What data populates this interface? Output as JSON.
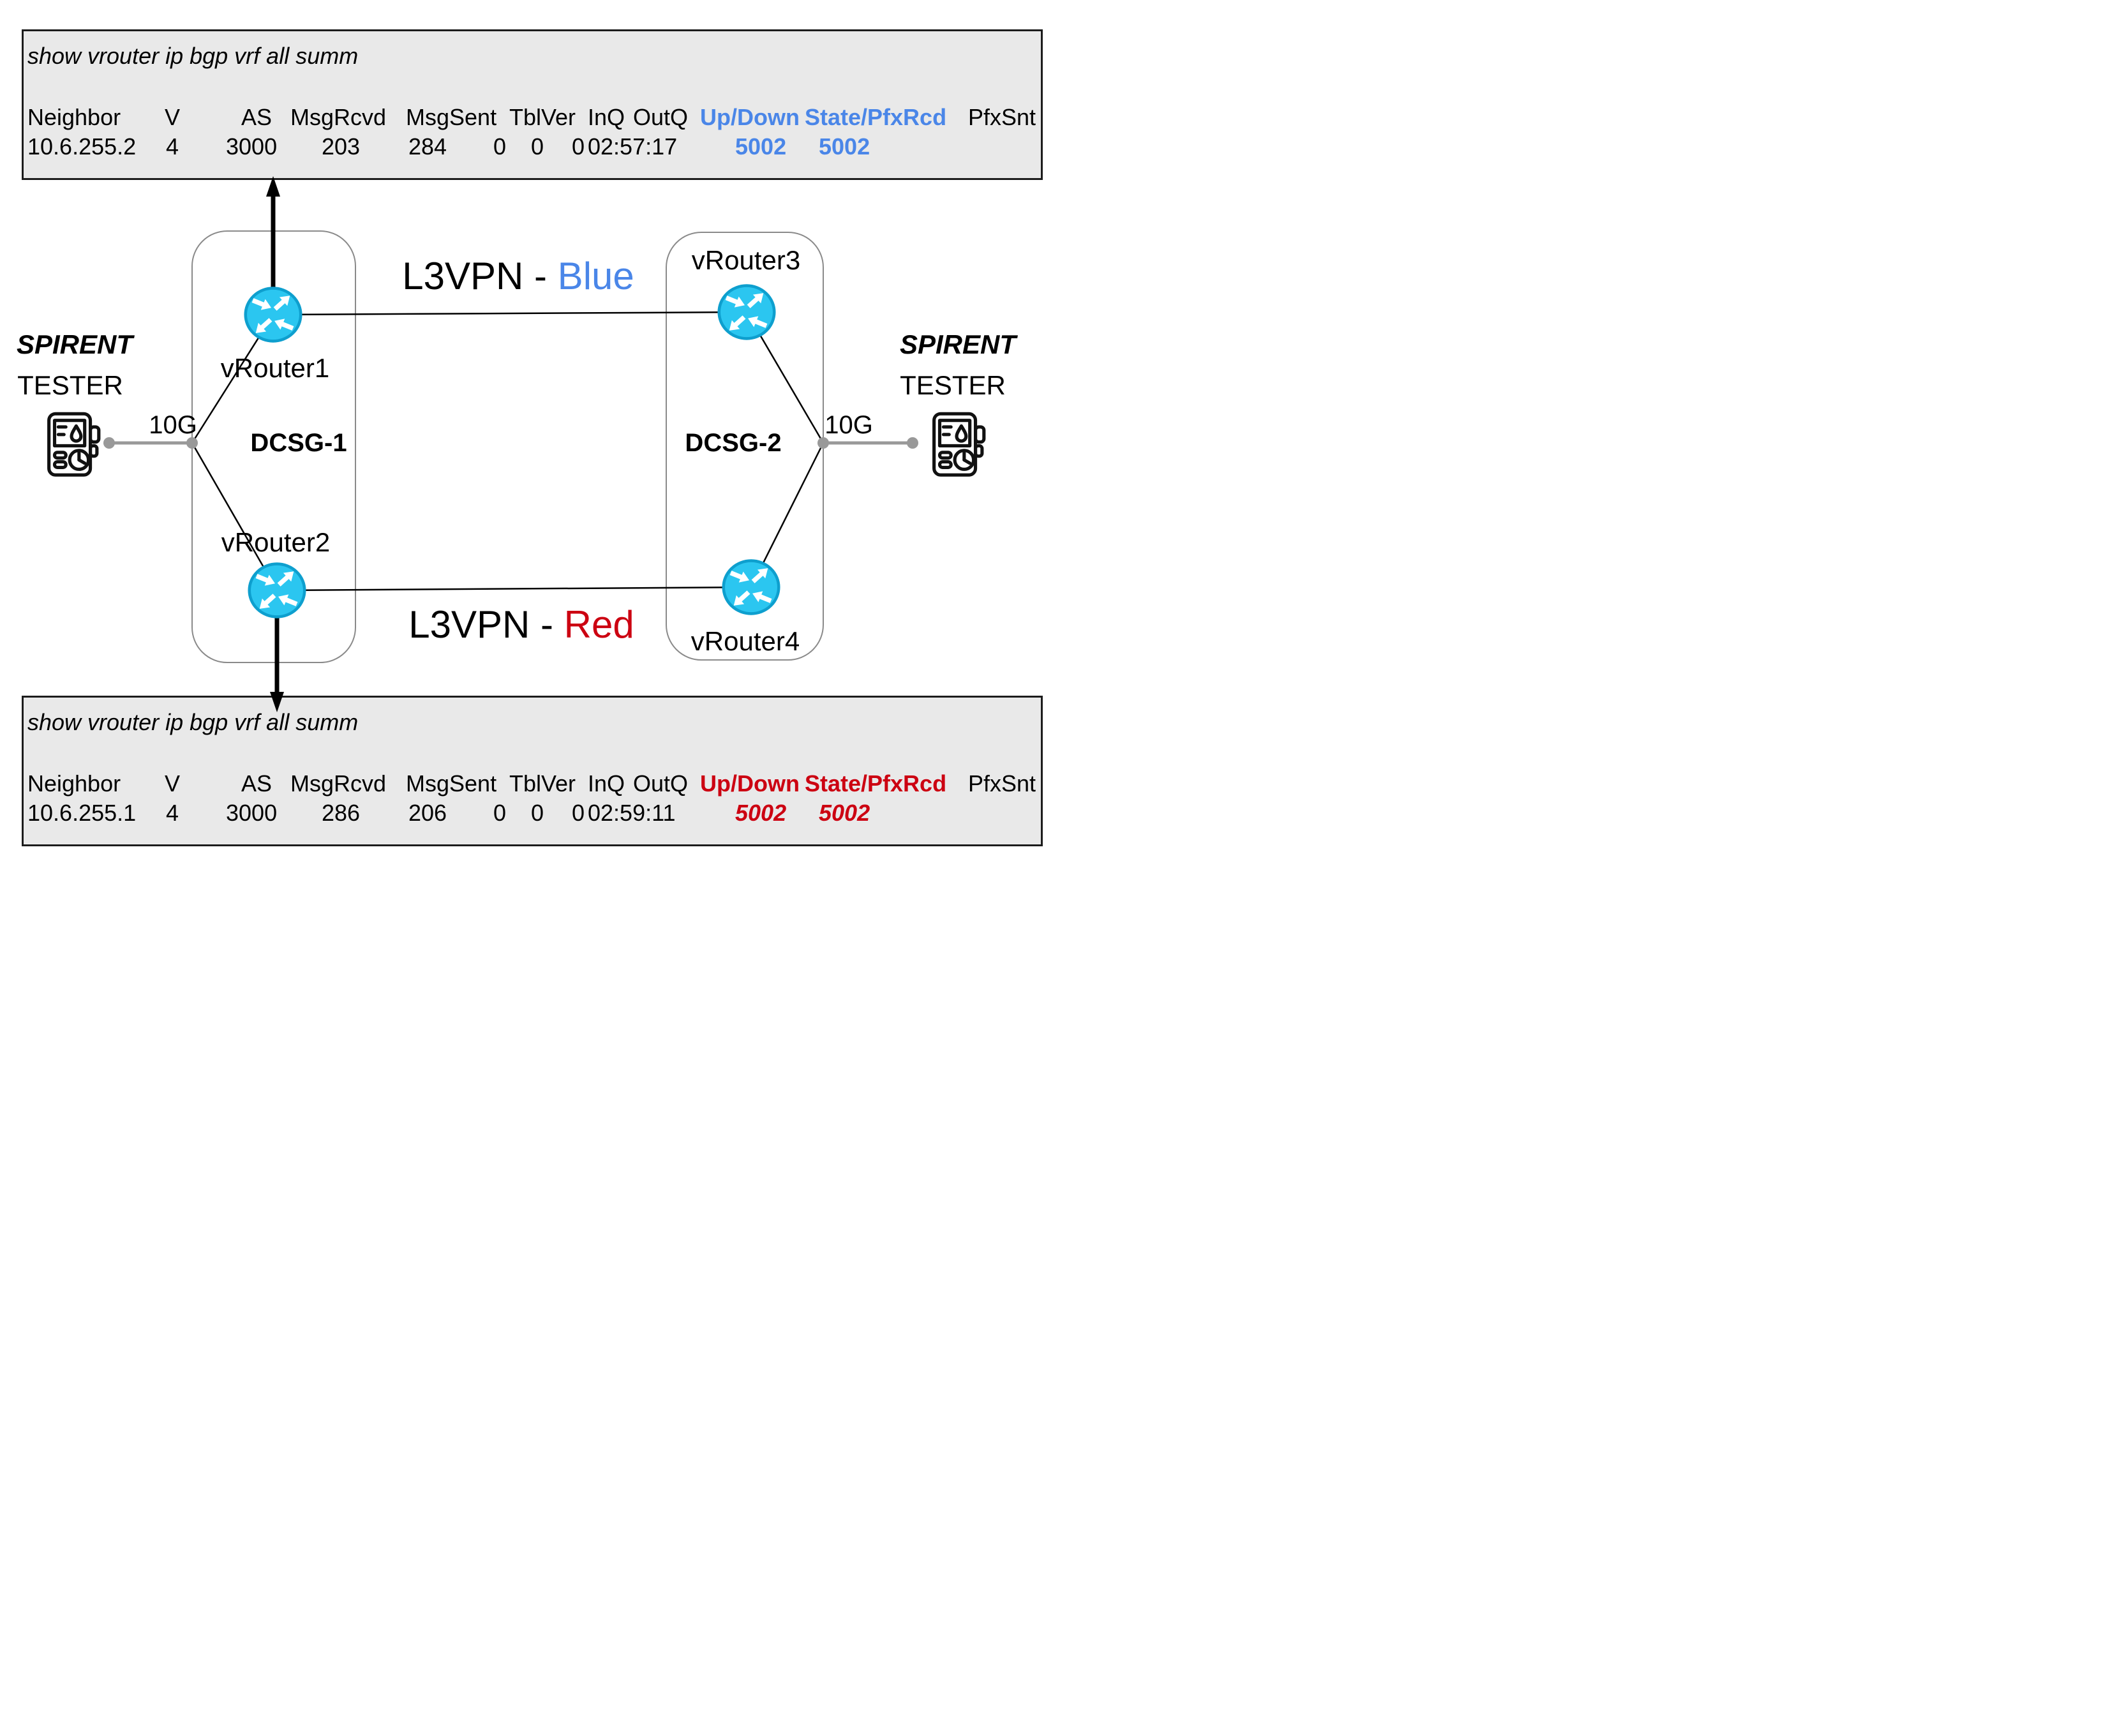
{
  "terminal_top": {
    "command": "show vrouter ip bgp vrf all summ",
    "headers": [
      "Neighbor",
      "V",
      "AS",
      "MsgRcvd",
      "MsgSent",
      "TblVer",
      "InQ",
      "OutQ",
      "Up/Down",
      "State/PfxRcd",
      "PfxSnt"
    ],
    "row": [
      "10.6.255.2",
      "4",
      "3000",
      "203",
      "284",
      "0",
      "0",
      "0",
      "02:57:17",
      "5002",
      "5002"
    ],
    "highlight_color": "#4a86e8"
  },
  "terminal_bottom": {
    "command": "show vrouter ip bgp vrf all summ",
    "headers": [
      "Neighbor",
      "V",
      "AS",
      "MsgRcvd",
      "MsgSent",
      "TblVer",
      "InQ",
      "OutQ",
      "Up/Down",
      "State/PfxRcd",
      "PfxSnt"
    ],
    "row": [
      "10.6.255.1",
      "4",
      "3000",
      "286",
      "206",
      "0",
      "0",
      "0",
      "02:59:11",
      "5002",
      "5002"
    ],
    "highlight_color": "#cc0011"
  },
  "diagram": {
    "dcsg1_label": "DCSG-1",
    "dcsg2_label": "DCSG-2",
    "router1_label": "vRouter1",
    "router2_label": "vRouter2",
    "router3_label": "vRouter3",
    "router4_label": "vRouter4",
    "link_blue_prefix": "L3VPN - ",
    "link_blue_word": "Blue",
    "link_red_prefix": "L3VPN - ",
    "link_red_word": "Red",
    "left_port_speed": "10G",
    "right_port_speed": "10G",
    "tester_left_brand": "SPIRENT",
    "tester_left_label": "TESTER",
    "tester_right_brand": "SPIRENT",
    "tester_right_label": "TESTER"
  },
  "colors": {
    "blue_accent": "#4a86e8",
    "red_accent": "#cc0011",
    "router_fill": "#2bc6f0",
    "router_border": "#0e9fce",
    "panel_background": "#e9e9e9",
    "connector_gray": "#999999"
  }
}
